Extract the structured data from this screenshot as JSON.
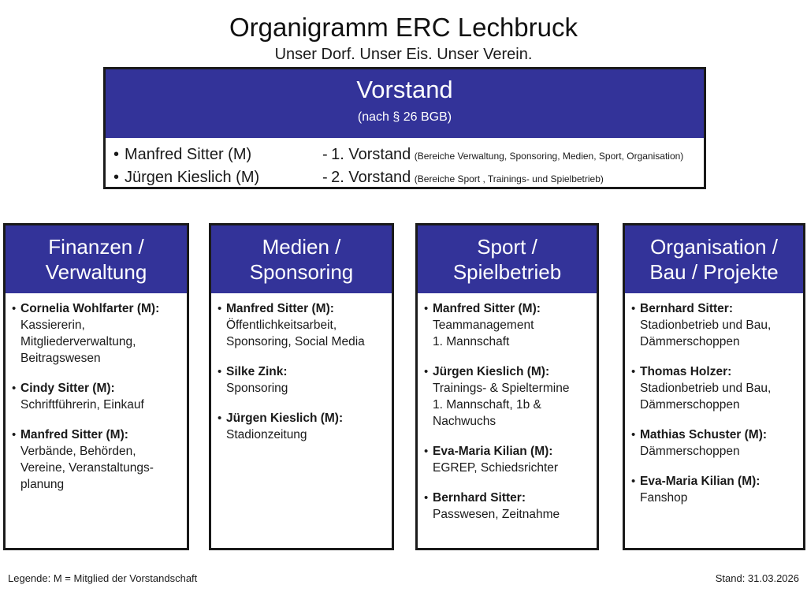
{
  "title": "Organigramm ERC Lechbruck",
  "subtitle": "Unser Dorf. Unser Eis. Unser Verein.",
  "colors": {
    "header_blue": "#333399",
    "border_black": "#1a1a1a",
    "text_black": "#1a1a1a",
    "header_text": "#ffffff",
    "background": "#ffffff"
  },
  "vorstand": {
    "header_title": "Vorstand",
    "header_sub": "(nach § 26 BGB)",
    "rows": [
      {
        "bullet": "•",
        "name": "Manfred Sitter (M)",
        "dash": "-",
        "role": "1. Vorstand",
        "scope": "(Bereiche Verwaltung, Sponsoring, Medien, Sport, Organisation)"
      },
      {
        "bullet": "•",
        "name": "Jürgen Kieslich (M)",
        "dash": "-",
        "role": "2. Vorstand",
        "scope": "(Bereiche Sport , Trainings- und Spielbetrieb)"
      }
    ]
  },
  "departments": [
    {
      "header_lines": [
        "Finanzen /",
        "Verwaltung"
      ],
      "entries": [
        {
          "bullet": "•",
          "person": "Cornelia Wohlfarter (M):",
          "details": [
            "Kassiererin,",
            "Mitgliederverwaltung,",
            "Beitragswesen"
          ]
        },
        {
          "bullet": "•",
          "person": "Cindy Sitter (M):",
          "details": [
            "Schriftführerin, Einkauf"
          ]
        },
        {
          "bullet": "•",
          "person": "Manfred Sitter (M):",
          "details": [
            "Verbände, Behörden,",
            "Vereine, Veranstaltungs-",
            "planung"
          ]
        }
      ]
    },
    {
      "header_lines": [
        "Medien /",
        "Sponsoring"
      ],
      "entries": [
        {
          "bullet": "•",
          "person": "Manfred Sitter (M):",
          "details": [
            "Öffentlichkeitsarbeit,",
            "Sponsoring, Social Media"
          ]
        },
        {
          "bullet": "•",
          "person": "Silke Zink:",
          "details": [
            "Sponsoring"
          ]
        },
        {
          "bullet": "•",
          "person": "Jürgen Kieslich (M):",
          "details": [
            "Stadionzeitung"
          ]
        }
      ]
    },
    {
      "header_lines": [
        "Sport /",
        "Spielbetrieb"
      ],
      "entries": [
        {
          "bullet": "•",
          "person": "Manfred Sitter (M):",
          "details": [
            "Teammanagement",
            "1. Mannschaft"
          ]
        },
        {
          "bullet": "•",
          "person": "Jürgen Kieslich (M):",
          "details": [
            "Trainings- & Spieltermine",
            "1. Mannschaft, 1b &",
            "Nachwuchs"
          ]
        },
        {
          "bullet": "•",
          "person": "Eva-Maria Kilian (M):",
          "details": [
            "EGREP, Schiedsrichter"
          ]
        },
        {
          "bullet": "•",
          "person": "Bernhard Sitter:",
          "details": [
            "Passwesen, Zeitnahme"
          ]
        }
      ]
    },
    {
      "header_lines": [
        "Organisation /",
        "Bau / Projekte"
      ],
      "entries": [
        {
          "bullet": "•",
          "person": "Bernhard Sitter:",
          "details": [
            "Stadionbetrieb und Bau,",
            "Dämmerschoppen"
          ]
        },
        {
          "bullet": "•",
          "person": "Thomas Holzer:",
          "details": [
            "Stadionbetrieb und Bau,",
            "Dämmerschoppen"
          ]
        },
        {
          "bullet": "•",
          "person": "Mathias Schuster (M):",
          "details": [
            "Dämmerschoppen"
          ]
        },
        {
          "bullet": "•",
          "person": "Eva-Maria Kilian (M):",
          "details": [
            "Fanshop"
          ]
        }
      ]
    }
  ],
  "footer": {
    "legend": "Legende: M = Mitglied der Vorstandschaft",
    "date": "Stand: 31.03.2026"
  }
}
